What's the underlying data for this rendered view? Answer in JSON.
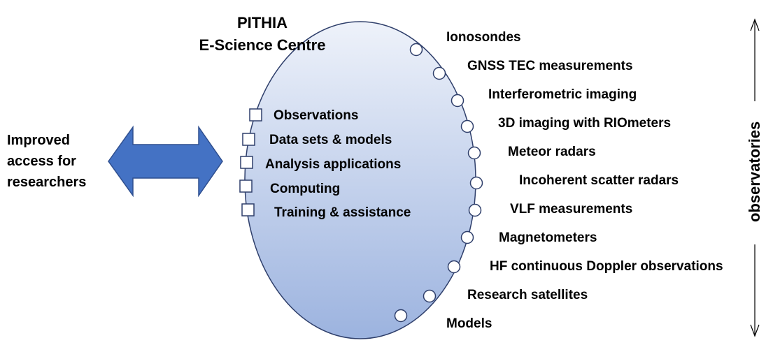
{
  "title": {
    "line1": "PITHIA",
    "line2": "E-Science Centre"
  },
  "left_text": "Improved access for researchers",
  "services": [
    {
      "label": "Observations"
    },
    {
      "label": "Data sets & models"
    },
    {
      "label": "Analysis applications"
    },
    {
      "label": "Computing"
    },
    {
      "label": "Training & assistance"
    }
  ],
  "observatories": [
    {
      "label": "Ionosondes"
    },
    {
      "label": "GNSS TEC measurements"
    },
    {
      "label": "Interferometric imaging"
    },
    {
      "label": "3D imaging with RIOmeters"
    },
    {
      "label": "Meteor radars"
    },
    {
      "label": "Incoherent scatter radars"
    },
    {
      "label": "VLF measurements"
    },
    {
      "label": "Magnetometers"
    },
    {
      "label": "HF continuous Doppler observations"
    },
    {
      "label": "Research satellites"
    },
    {
      "label": "Models"
    }
  ],
  "axis_label": "observatories",
  "colors": {
    "ellipse_top": "#e6ecf7",
    "ellipse_bottom": "#9db3de",
    "ellipse_stroke": "#2f3f6b",
    "arrow_fill": "#4472c4",
    "arrow_stroke": "#2f4f8f"
  }
}
